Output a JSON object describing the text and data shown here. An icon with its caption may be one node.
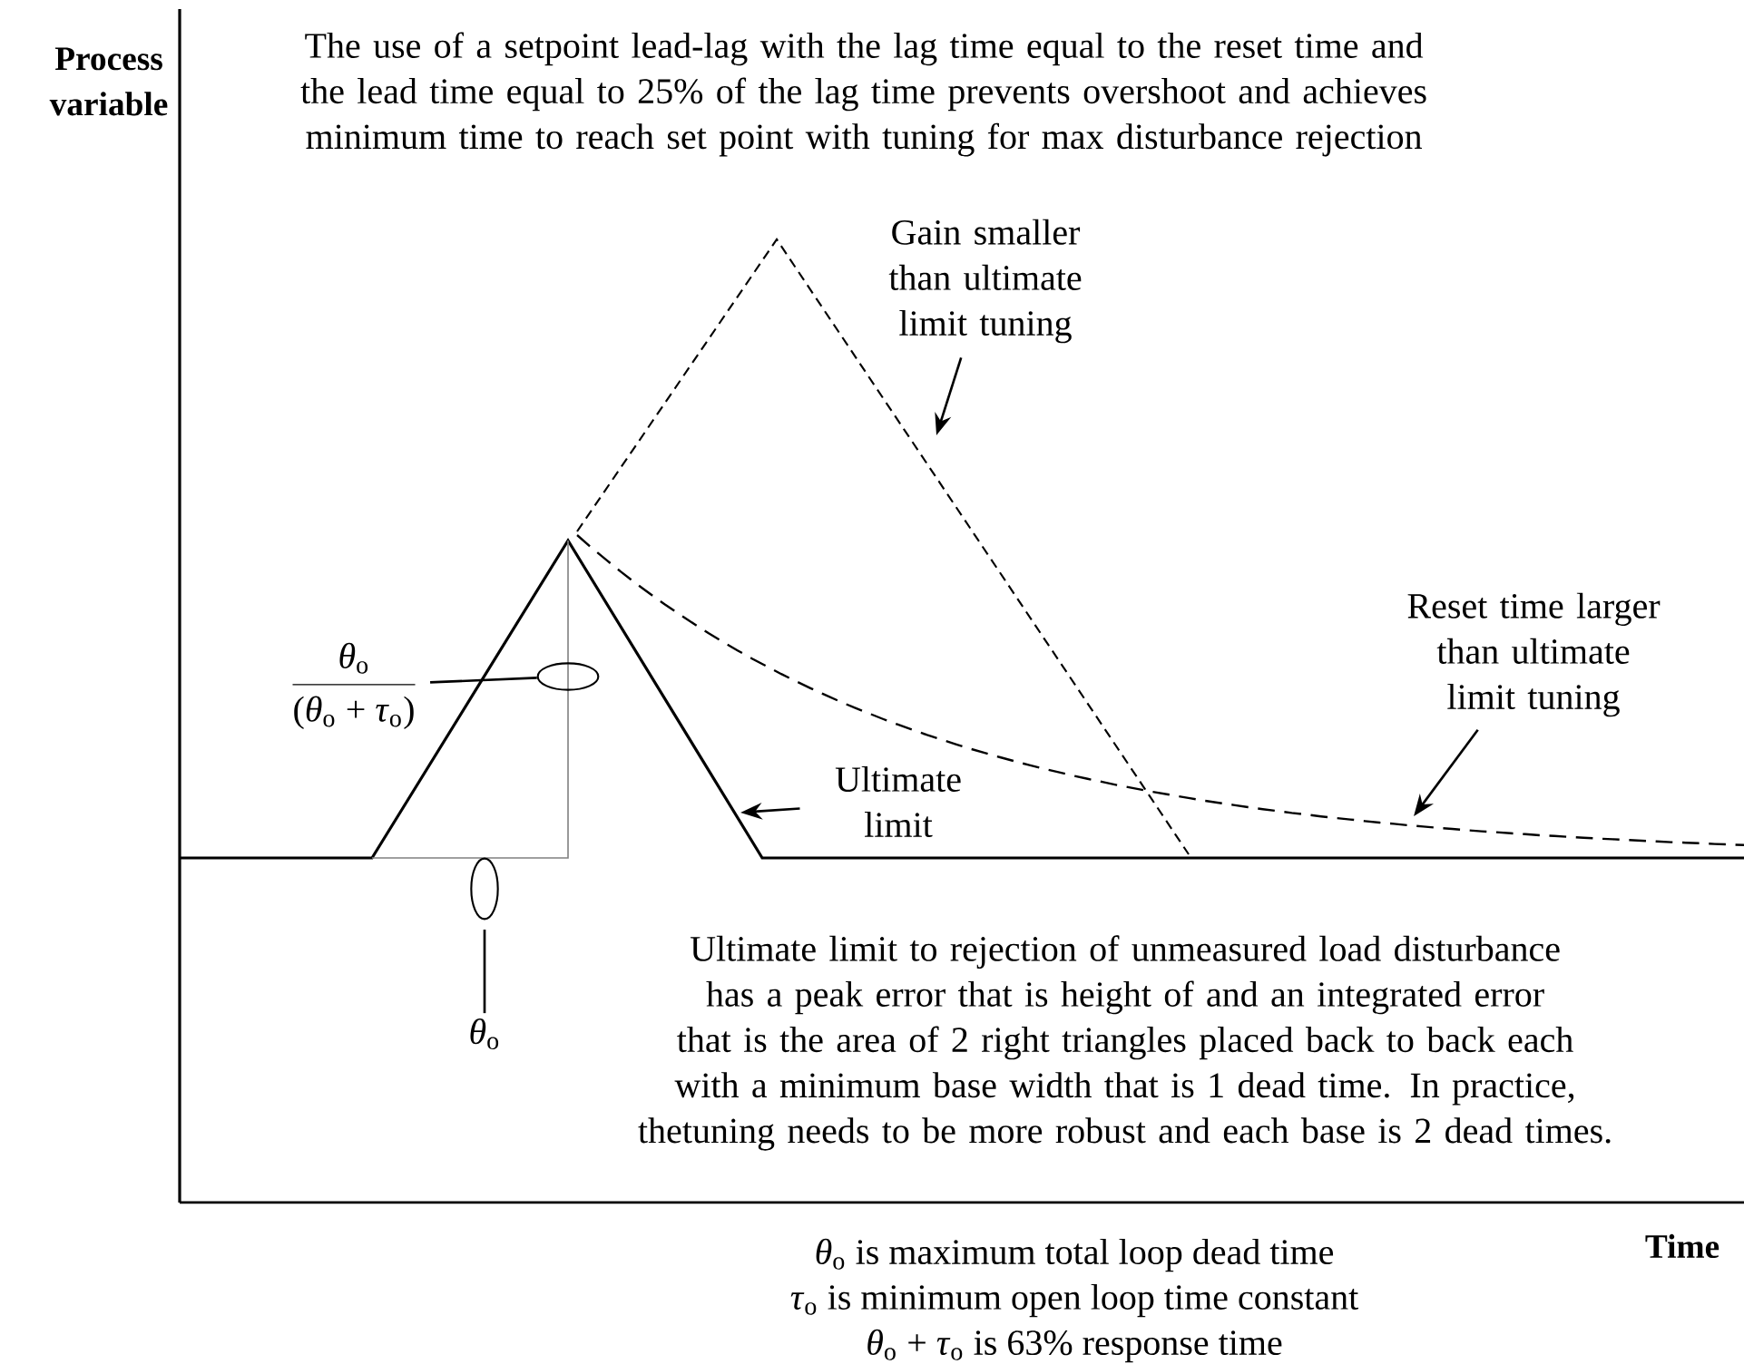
{
  "diagram": {
    "nodes": [
      {
        "text": [
          "Gain smaller than ultimate limit tuning"
        ]
      },
      {
        "text": [
          "Reset time larger than ultimate limit tuning"
        ]
      },
      {
        "text": [
          "Ultimate limit"
        ]
      },
      {
        "text": [
          "*θ*$_{o}$",
          "(*θ*$_{o}$ + *τ*$_{o}$)"
        ]
      },
      {
        "text": [],
        "shape": "ellipse"
      },
      {
        "text": [
          "*θ*$_{o}$"
        ]
      },
      {
        "text": [],
        "shape": "ellipse"
      }
    ],
    "edges": [
      {
        "from": 0,
        "to": null,
        "arrow": "to"
      },
      {
        "from": 1,
        "to": null,
        "arrow": "to"
      },
      {
        "from": 2,
        "to": null,
        "arrow": "to"
      },
      {
        "from": 3,
        "to": 4,
        "arrow": "none"
      },
      {
        "from": 6,
        "to": 5,
        "arrow": "none"
      }
    ],
    "labels": [
      "Process variable",
      "The use of a setpoint lead-lag with the lag time equal to the reset time and the lead time equal to 25% of the lag time prevents overshoot and achieves minimum time to reach set point with tuning for max disturbance rejection",
      "Ultimate limit to rejection of unmeasured load disturbance has a peak error that is height of and an integrated error that is the area of 2 right triangles placed back to back each with a minimum base width that is 1 dead time. In practice, thetuning needs to be more robust and each base is 2 dead times.",
      "Time",
      "*θ*$_{o}$ is maximum total loop dead time",
      "*τ*$_{o}$ is minimum open loop time constant",
      "*θ*$_{o}$ + *τ*$_{o}$ is 63% response time"
    ]
  }
}
